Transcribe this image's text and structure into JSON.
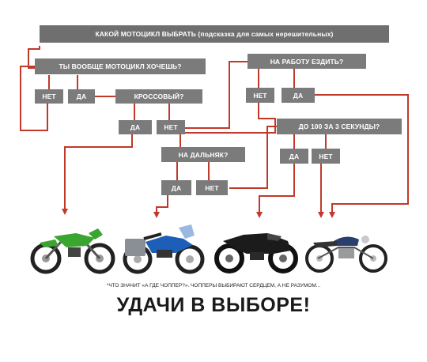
{
  "header": {
    "title": "КАКОЙ МОТОЦИКЛ ВЫБРАТЬ (подсказка для самых нерешительных)"
  },
  "nodes": {
    "want_moto": "ТЫ ВООБЩЕ МОТОЦИКЛ ХОЧЕШЬ?",
    "want_no": "НЕТ",
    "want_yes": "ДА",
    "cross_q": "КРОССОВЫЙ?",
    "cross_yes": "ДА",
    "cross_no": "НЕТ",
    "work_q": "НА РАБОТУ ЕЗДИТЬ?",
    "work_no": "НЕТ",
    "work_yes": "ДА",
    "accel_q": "ДО 100 ЗА 3 СЕКУНДЫ?",
    "accel_yes": "ДА",
    "accel_no": "НЕТ",
    "long_q": "НА ДАЛЬНЯК?",
    "long_yes": "ДА",
    "long_no": "НЕТ"
  },
  "motorcycles": [
    {
      "type": "dirt-bike",
      "color": "#3aa52f"
    },
    {
      "type": "adventure-tourer",
      "color": "#1d5fb8"
    },
    {
      "type": "sport-bike",
      "color": "#1b1b1b"
    },
    {
      "type": "classic-bike",
      "color": "#2b3f6e"
    }
  ],
  "footer": {
    "footnote": "*ЧТО ЗНАЧИТ «А ГДЕ ЧОППЕР?». ЧОППЕРЫ ВЫБИРАЮТ СЕРДЦЕМ, А НЕ РАЗУМОМ...",
    "slogan": "УДАЧИ В ВЫБОРЕ!"
  },
  "colors": {
    "box": "#7b7b7b",
    "arrow": "#c0392b",
    "text": "#ffffff"
  }
}
